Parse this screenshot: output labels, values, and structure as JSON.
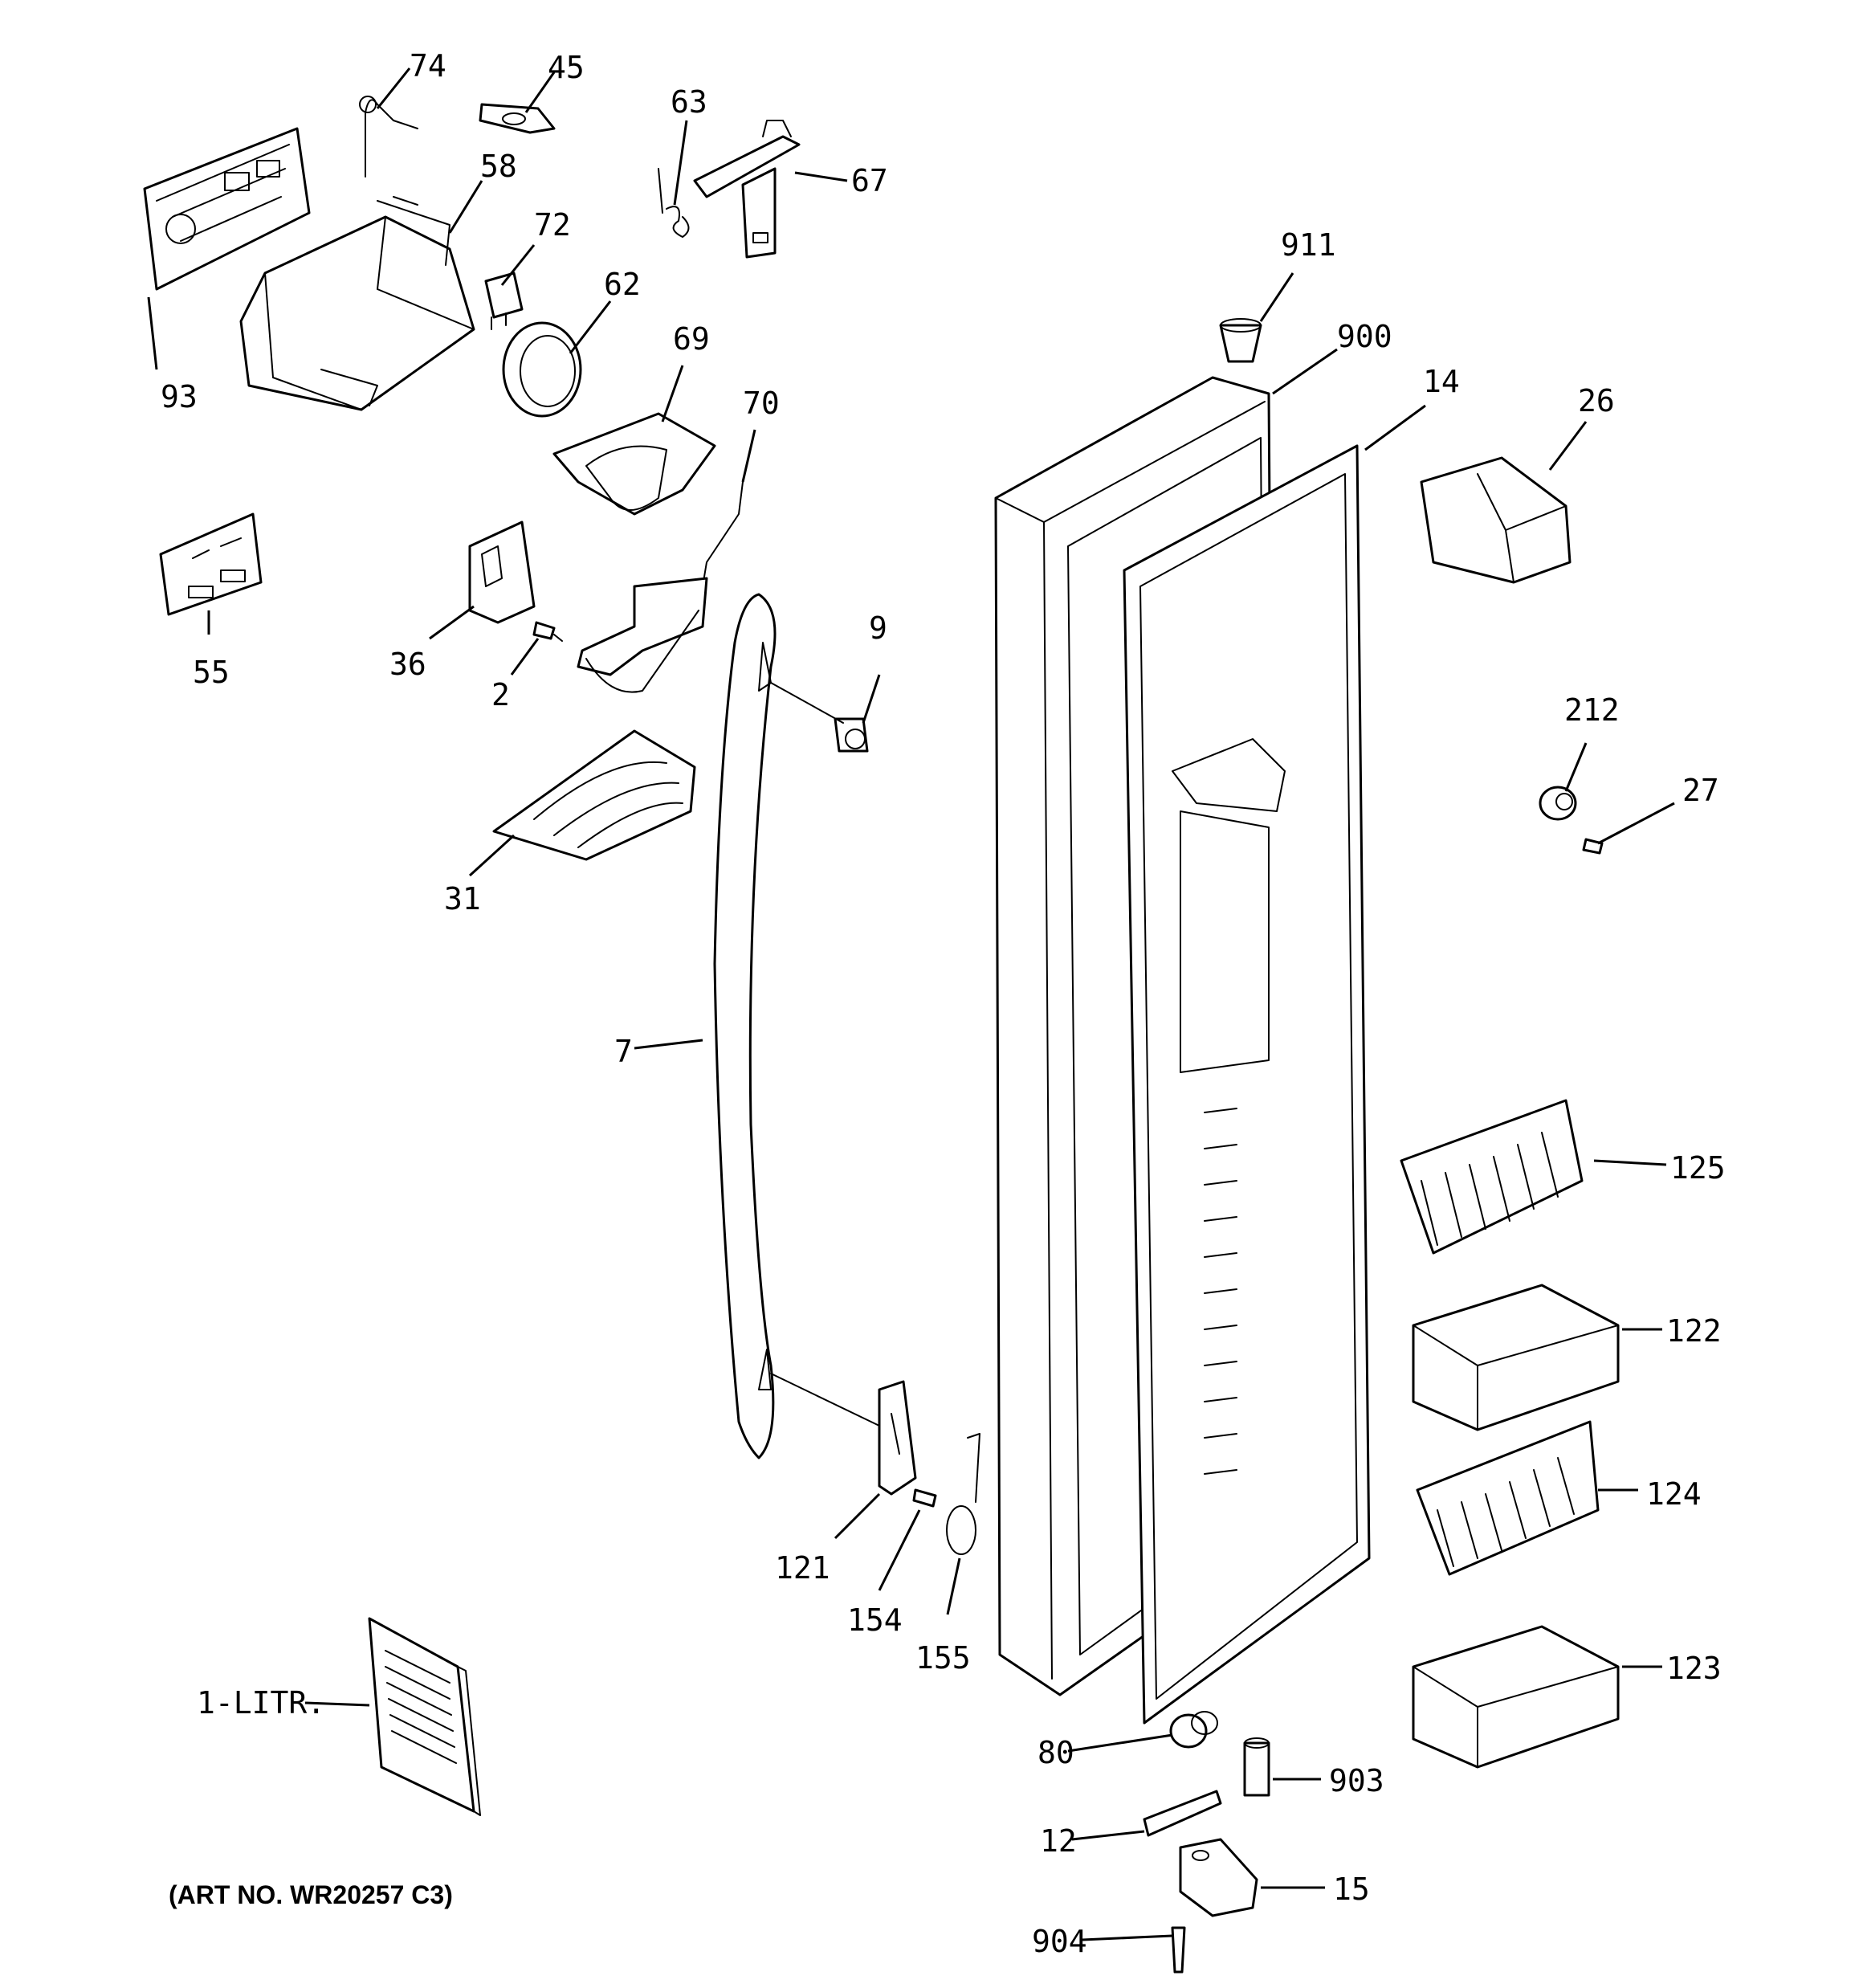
{
  "art_number": "(ART NO. WR20257 C3)",
  "labels": {
    "p74": "74",
    "p45": "45",
    "p63": "63",
    "p67": "67",
    "p58": "58",
    "p72": "72",
    "p62": "62",
    "p93": "93",
    "p69": "69",
    "p70": "70",
    "p911": "911",
    "p900": "900",
    "p14": "14",
    "p26": "26",
    "p55": "55",
    "p36": "36",
    "p2": "2",
    "p9": "9",
    "p31": "31",
    "p212": "212",
    "p27": "27",
    "p7": "7",
    "p125": "125",
    "p122": "122",
    "p124": "124",
    "p123": "123",
    "p121": "121",
    "p154": "154",
    "p155": "155",
    "p1litr": "1-LITR.",
    "p80": "80",
    "p903": "903",
    "p12": "12",
    "p15": "15",
    "p904": "904"
  }
}
